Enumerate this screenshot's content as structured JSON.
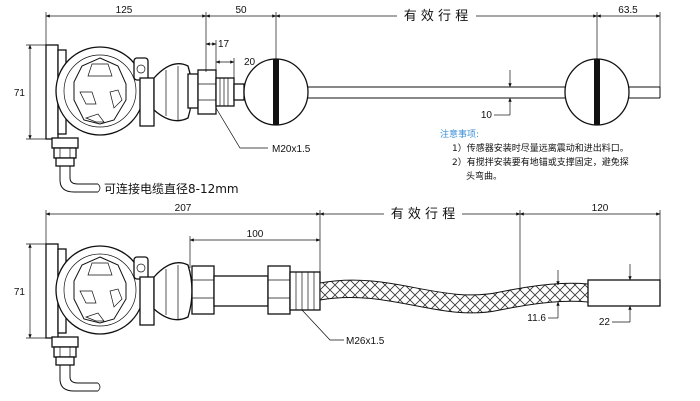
{
  "top": {
    "dim_125": "125",
    "dim_50": "50",
    "dim_stroke": "有 效 行 程",
    "dim_63_5": "63.5",
    "dim_17": "17",
    "dim_20": "20",
    "dim_71": "71",
    "dim_10": "10",
    "thread": "M20x1.5",
    "cable_note": "可连接电缆直径8-12mm"
  },
  "notes": {
    "title": "注意事项:",
    "item1": "1）传感器安装时尽量远离震动和进出料口。",
    "item2_line1": "2）有搅拌安装要有地锚或支撑固定，避免探",
    "item2_line2": "头弯曲。"
  },
  "bottom": {
    "dim_207": "207",
    "dim_stroke": "有 效 行 程",
    "dim_120": "120",
    "dim_100": "100",
    "dim_71": "71",
    "dim_11_6": "11.6",
    "dim_22": "22",
    "thread": "M26x1.5"
  },
  "colors": {
    "line": "#111111",
    "notes_title": "#3a8fd8"
  }
}
